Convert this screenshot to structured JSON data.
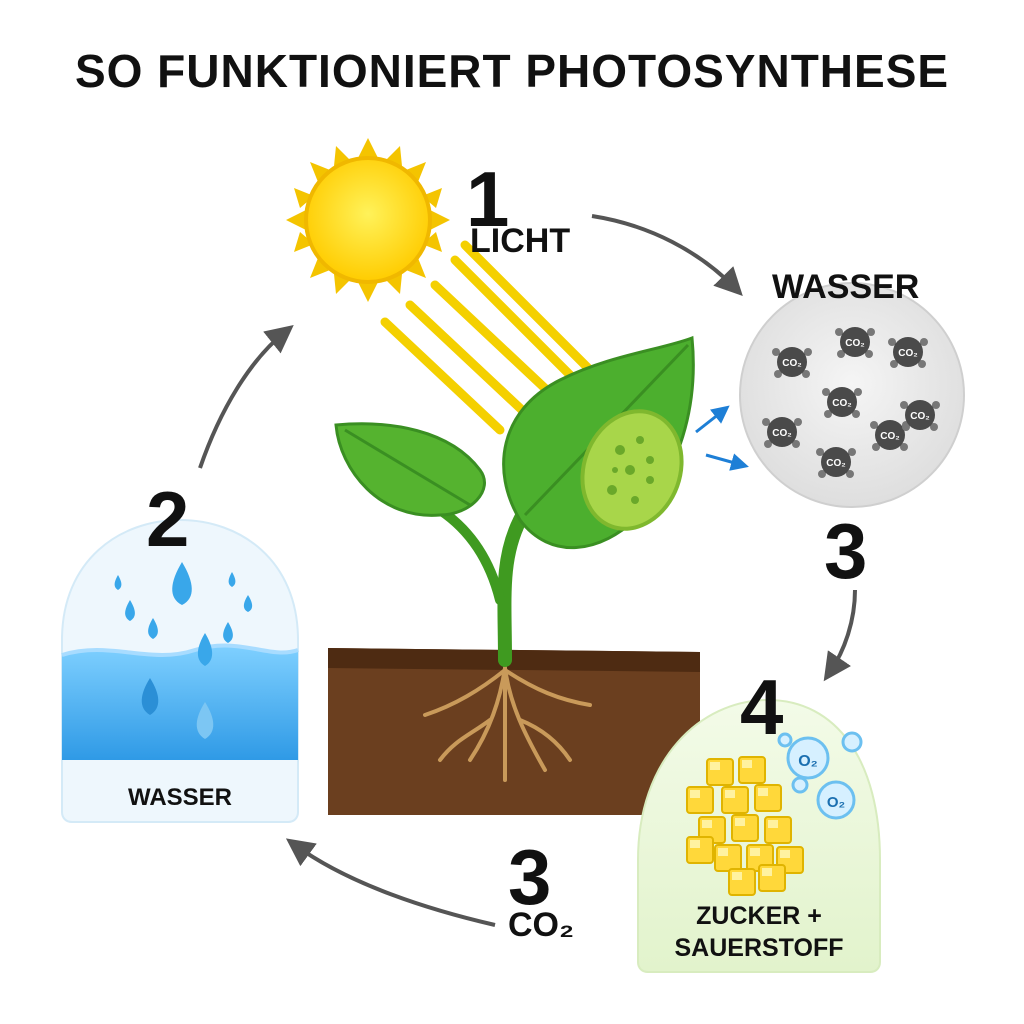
{
  "title": "SO FUNKTIONIERT PHOTOSYNTHESE",
  "steps": [
    {
      "number": "1",
      "label": "LICHT"
    },
    {
      "number": "2",
      "label": "WASSER"
    },
    {
      "number": "3",
      "label": ""
    },
    {
      "number": "3",
      "label": "CO₂"
    },
    {
      "number": "4",
      "label": "ZUCKER + SAUERSTOFF"
    }
  ],
  "wasser_top_label": "WASSER",
  "sugar_label_line1": "ZUCKER +",
  "sugar_label_line2": "SAUERSTOFF",
  "co2_molecule_label": "CO₂",
  "o2_bubble_label": "O₂",
  "colors": {
    "sun": "#ffd21a",
    "sun_rays": "#f4c400",
    "leaf": "#4caf2e",
    "leaf_dark": "#3a8f22",
    "soil": "#6b3f1f",
    "water": "#35a8ec",
    "sugar": "#ffd83a",
    "arrow": "#555555",
    "blue_arrow": "#1e7fd6"
  },
  "icons": [
    "sun-icon",
    "plant-icon",
    "water-drop-icon",
    "co2-molecule-icon",
    "sugar-cube-icon",
    "oxygen-bubble-icon"
  ]
}
